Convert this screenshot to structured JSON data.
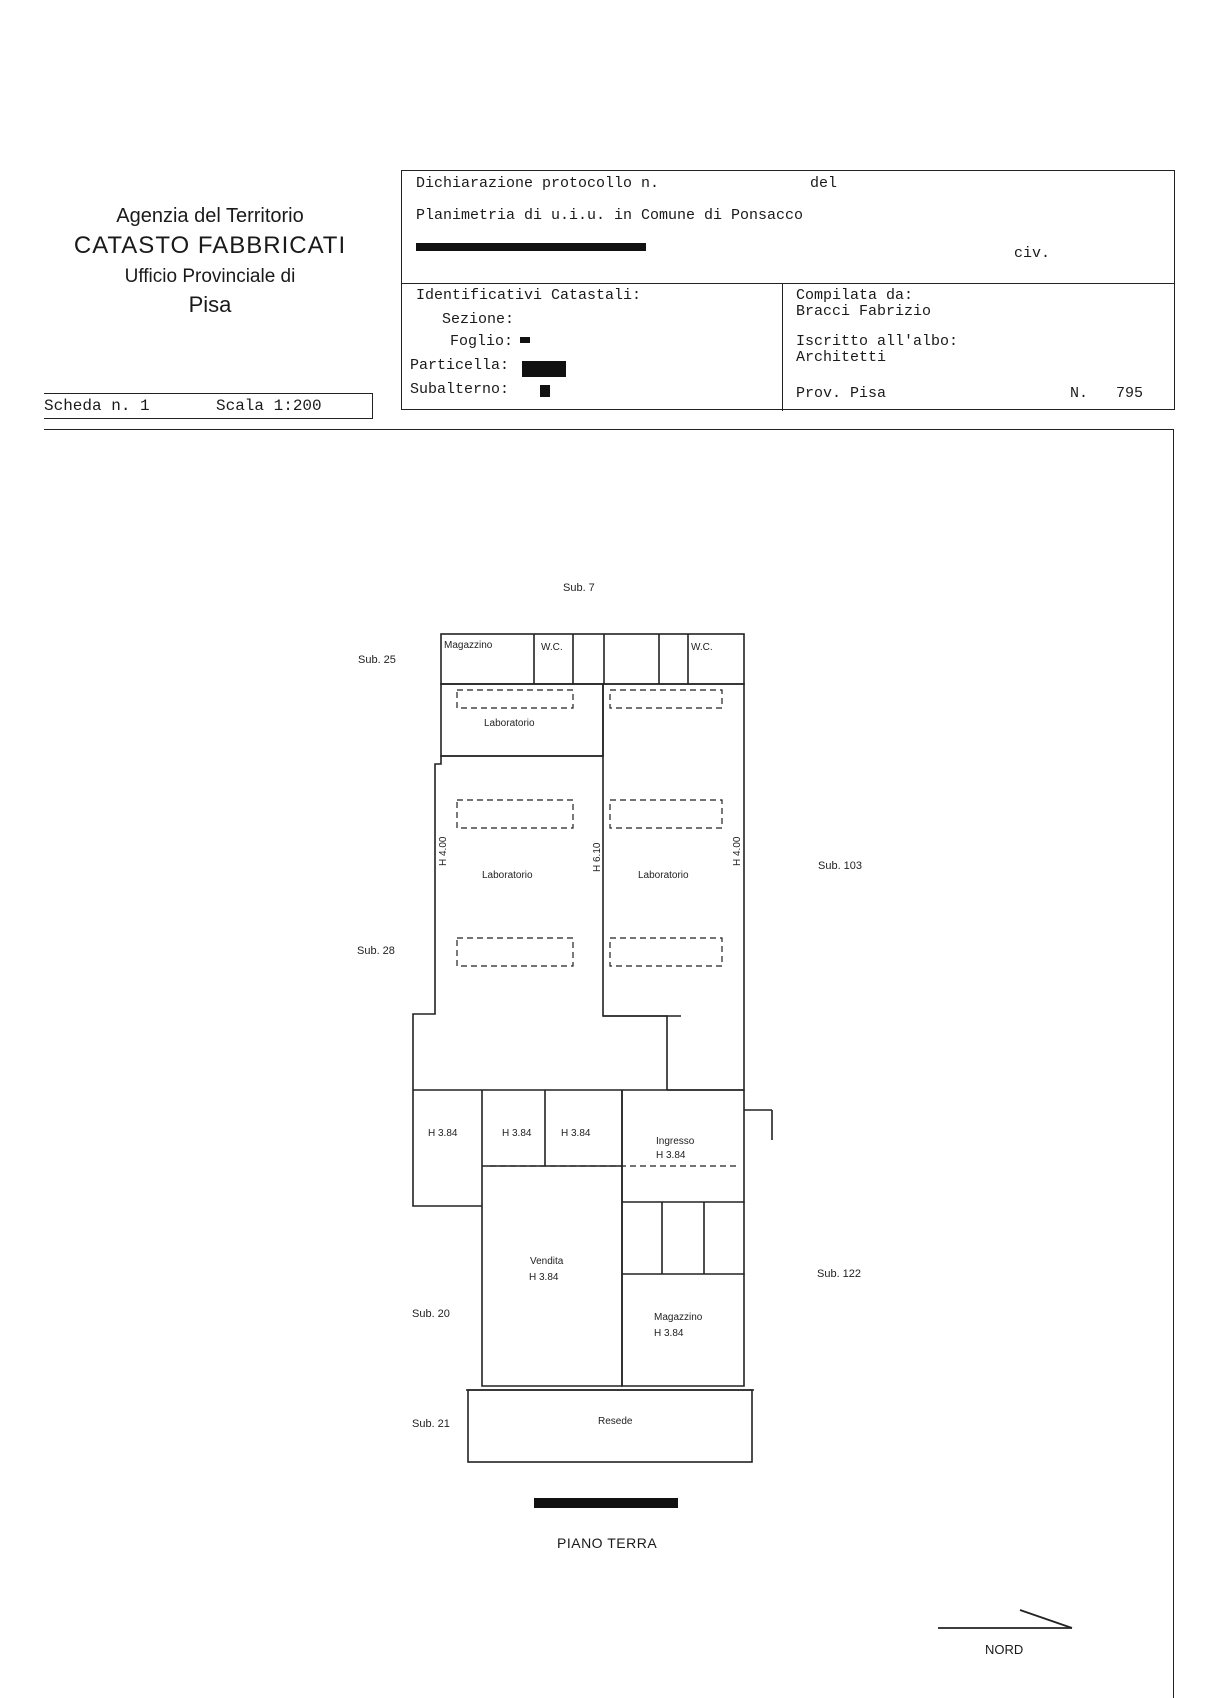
{
  "agency": {
    "line1": "Agenzia del Territorio",
    "line2": "CATASTO FABBRICATI",
    "line3": "Ufficio Provinciale di",
    "line4": "Pisa"
  },
  "header": {
    "dichiarazione": "Dichiarazione protocollo n.",
    "del": "del",
    "planimetria": "Planimetria di u.i.u. in Comune di Ponsacco",
    "civ": "civ.",
    "identificativi": "Identificativi Catastali:",
    "sezione": "Sezione:",
    "foglio": "Foglio:",
    "particella": "Particella:",
    "subalterno": "Subalterno:",
    "compilata": "Compilata da:",
    "compilatore": "Bracci Fabrizio",
    "iscritto": "Iscritto all'albo:",
    "albo": "Architetti",
    "prov": "Prov. Pisa",
    "n_label": "N.",
    "n_value": "795"
  },
  "scheda": {
    "label": "Scheda n. 1",
    "scala": "Scala 1:200"
  },
  "plan": {
    "sub_top": "Sub. 7",
    "sub_left_top": "Sub. 25",
    "sub_left_mid": "Sub. 28",
    "sub_right_top": "Sub. 103",
    "sub_right_bottom": "Sub. 122",
    "sub_left_bottom": "Sub. 20",
    "sub_left_base": "Sub. 21",
    "magazzino_top": "Magazzino",
    "wc1": "W.C.",
    "wc2": "W.C.",
    "laboratorio_1": "Laboratorio",
    "laboratorio_2": "Laboratorio",
    "laboratorio_3": "Laboratorio",
    "h400_a": "H 4.00",
    "h610": "H 6.10",
    "h400_b": "H 4.00",
    "h384_1": "H 3.84",
    "h384_2": "H 3.84",
    "h384_3": "H 3.84",
    "ingresso": "Ingresso",
    "h384_4": "H 3.84",
    "vendita": "Vendita",
    "h384_5": "H 3.84",
    "magazzino_bottom": "Magazzino",
    "h384_6": "H 3.84",
    "resede": "Resede",
    "piano": "PIANO TERRA",
    "nord": "NORD"
  }
}
